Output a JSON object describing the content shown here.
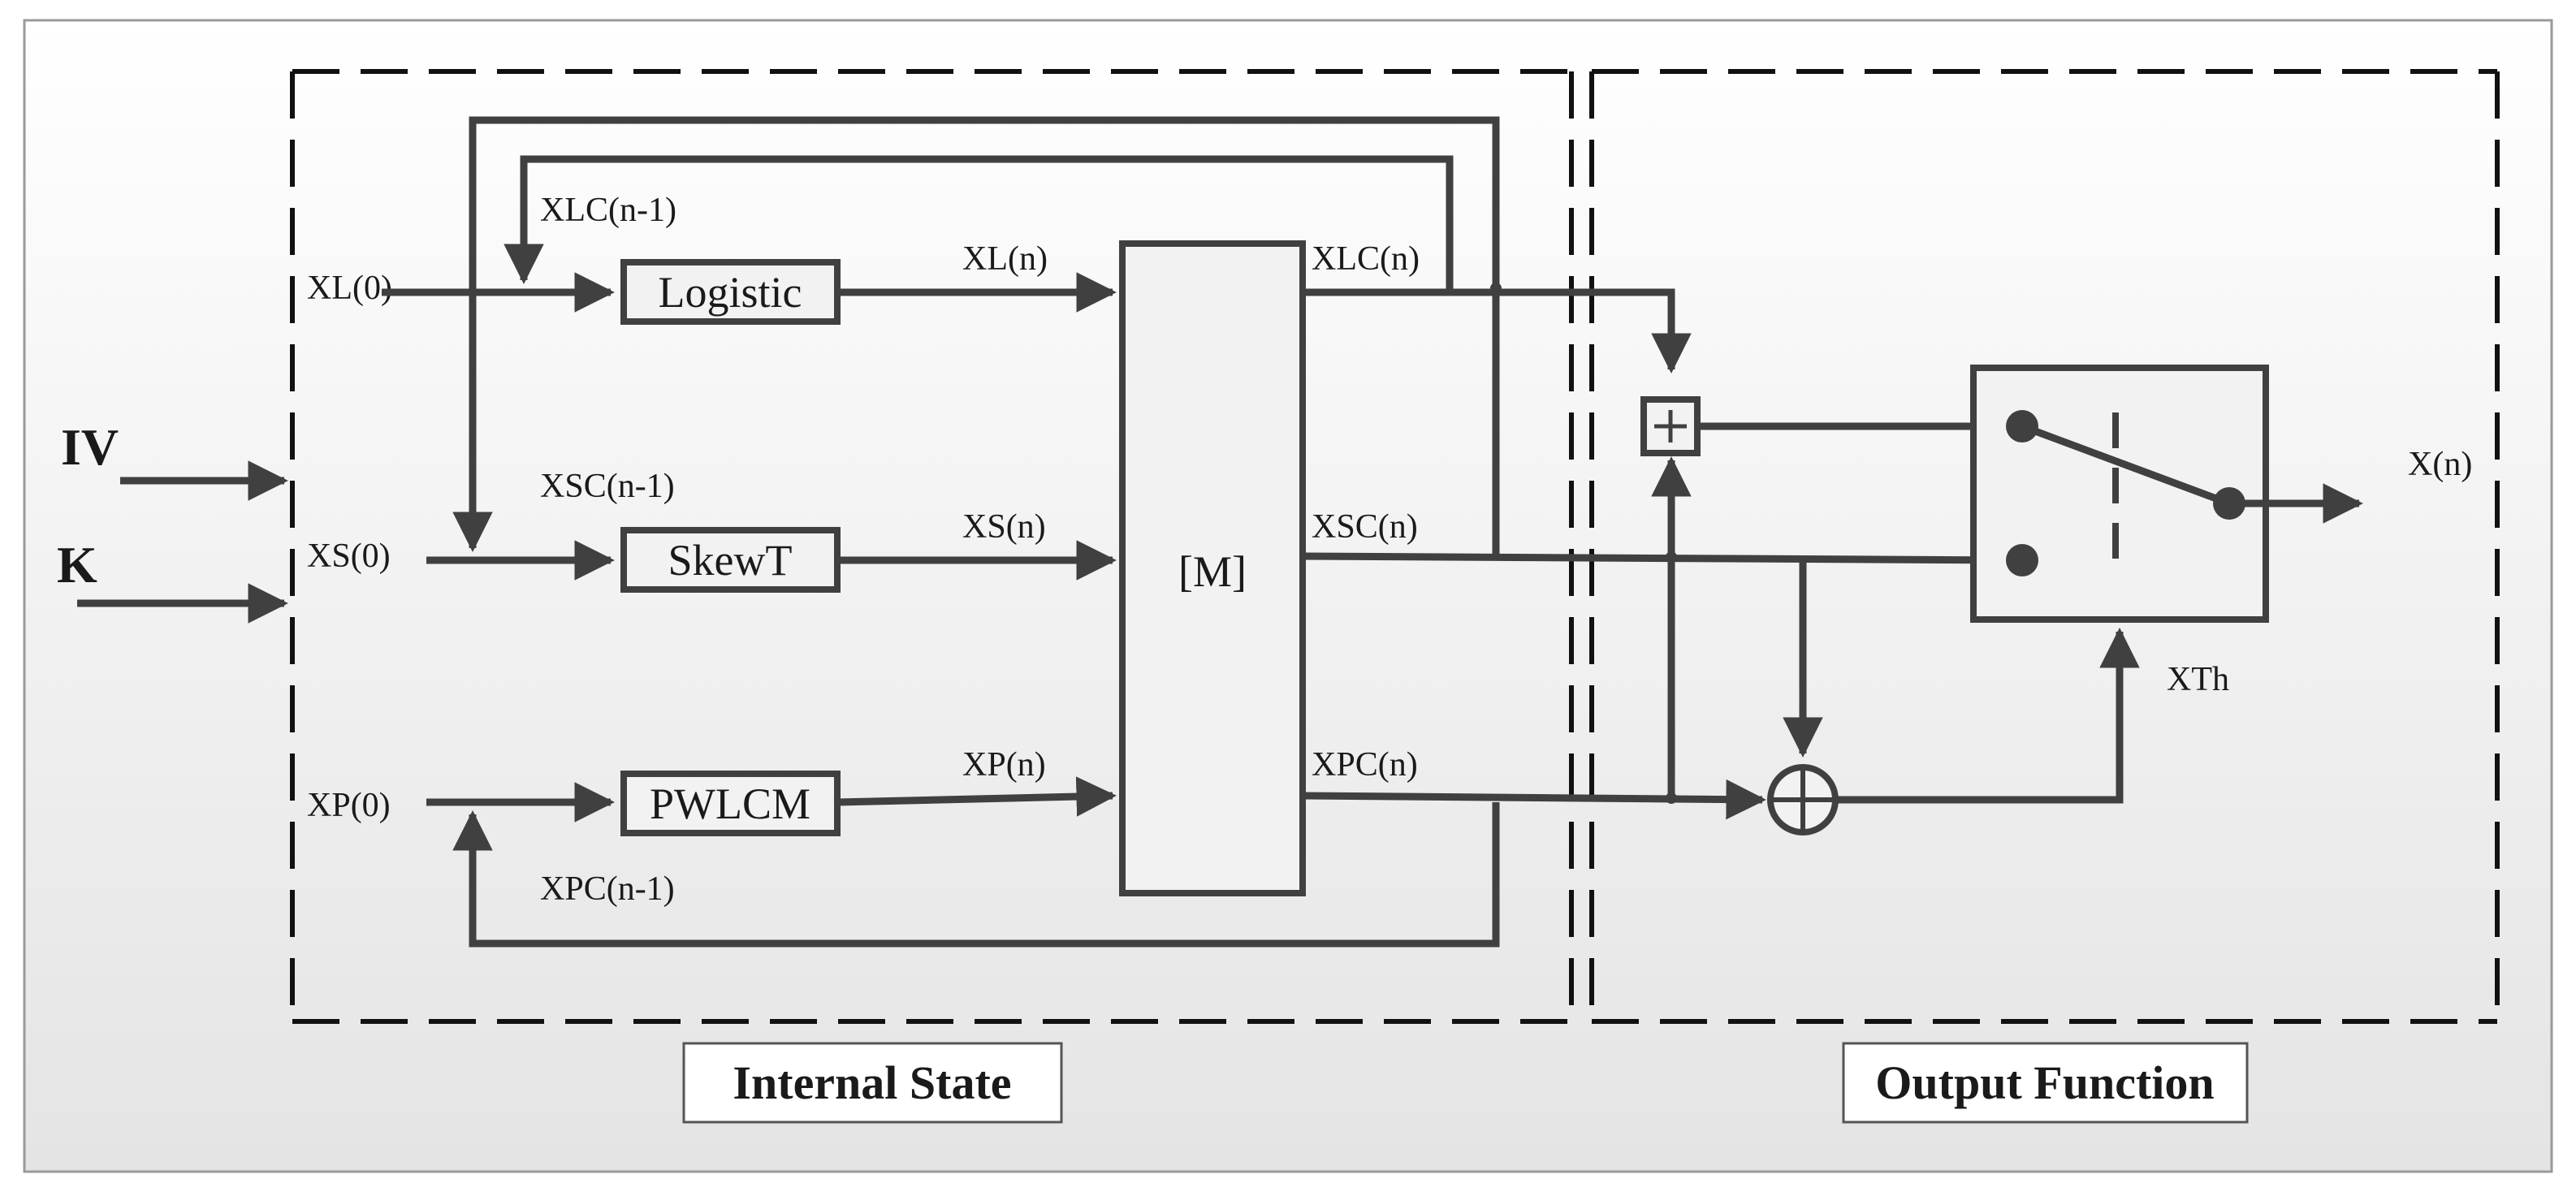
{
  "labels": {
    "iv": "IV",
    "k": "K",
    "xl0": "XL(0)",
    "xs0": "XS(0)",
    "xp0": "XP(0)",
    "xlc_prev": "XLC(n-1)",
    "xsc_prev": "XSC(n-1)",
    "xpc_prev": "XPC(n-1)",
    "xln": "XL(n)",
    "xsn": "XS(n)",
    "xpn": "XP(n)",
    "xlcn": "XLC(n)",
    "xscn": "XSC(n)",
    "xpcn": "XPC(n)",
    "xn": "X(n)",
    "xth": "XTh"
  },
  "blocks": {
    "logistic": "Logistic",
    "skewt": "SkewT",
    "pwlcm": "PWLCM",
    "matrix": "[M]"
  },
  "sections": {
    "internal_state": "Internal State",
    "output_function": "Output Function"
  },
  "colors": {
    "wire": "#404040",
    "block_fill": "#f2f2f2",
    "background_gradient_top": "#ffffff",
    "background_gradient_bottom": "#e6e6e6"
  }
}
